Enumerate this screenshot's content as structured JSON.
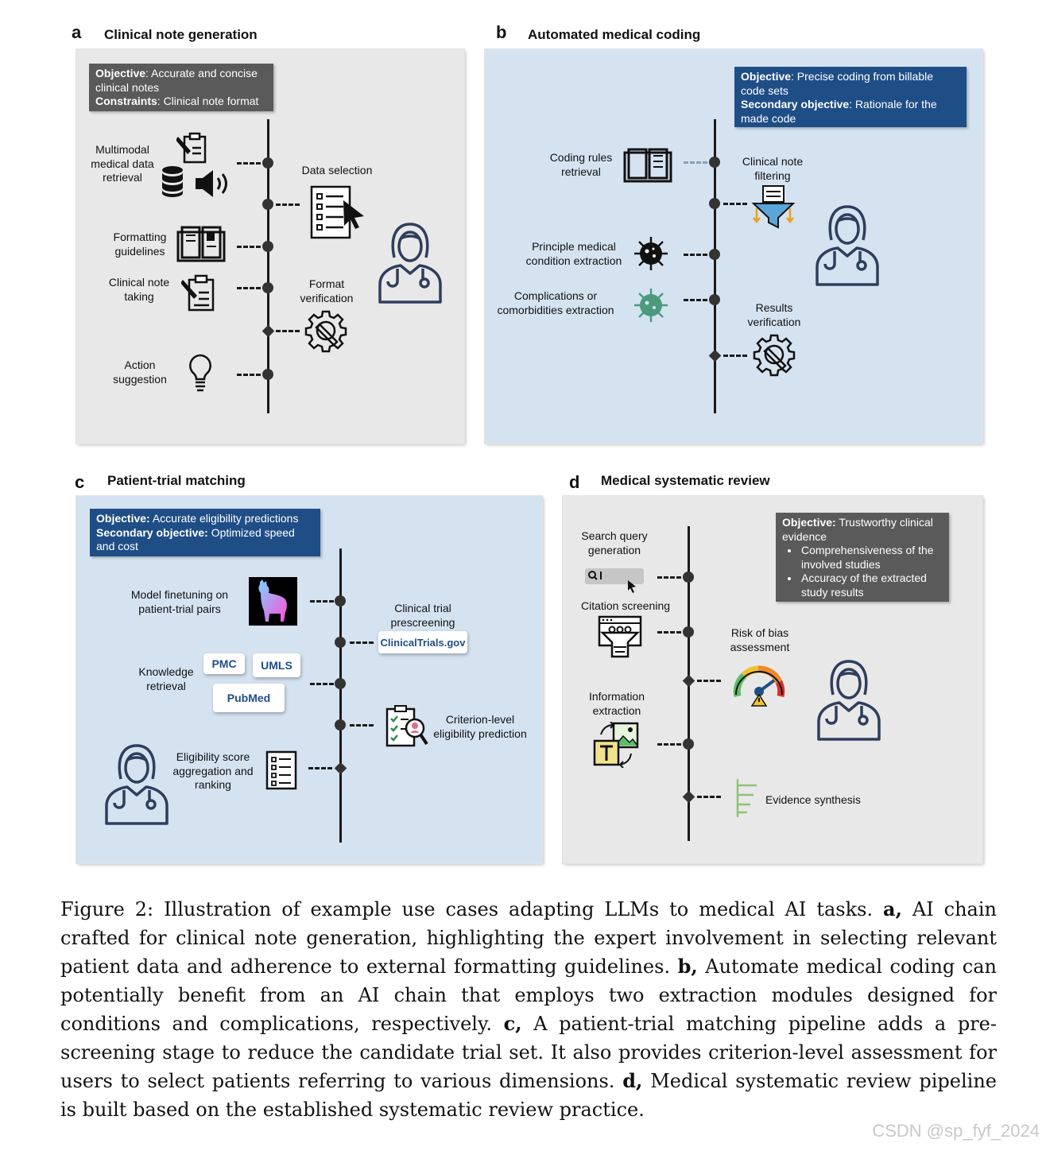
{
  "panel_a": {
    "letter": "a",
    "title": "Clinical note generation",
    "objective_label": "Objective",
    "objective_text": ": Accurate and concise clinical notes",
    "constraints_label": "Constraints",
    "constraints_text": ": Clinical note format",
    "steps": {
      "multimodal": "Multimodal medical data retrieval",
      "data_selection": "Data selection",
      "formatting": "Formatting guidelines",
      "note_taking": "Clinical note taking",
      "format_verification": "Format verification",
      "action": "Action suggestion"
    }
  },
  "panel_b": {
    "letter": "b",
    "title": "Automated medical coding",
    "objective_label": "Objective",
    "objective_text": ": Precise coding from billable code sets",
    "secondary_label": "Secondary objective",
    "secondary_text": ": Rationale for the made code",
    "steps": {
      "coding_rules": "Coding rules retrieval",
      "note_filtering": "Clinical note filtering",
      "principle": "Principle medical condition extraction",
      "complications": "Complications or comorbidities extraction",
      "results_verification": "Results verification"
    }
  },
  "panel_c": {
    "letter": "c",
    "title": "Patient-trial matching",
    "objective_label": "Objective:",
    "objective_text": " Accurate eligibility predictions",
    "secondary_label": "Secondary objective:",
    "secondary_text": " Optimized speed and cost",
    "steps": {
      "finetuning": "Model finetuning on patient-trial pairs",
      "prescreening": "Clinical trial prescreening",
      "knowledge": "Knowledge retrieval",
      "criterion": "Criterion-level eligibility prediction",
      "eligibility": "Eligibility score aggregation and ranking"
    },
    "logos": {
      "clinicaltrials": "ClinicalTrials.gov",
      "pmc": "PMC",
      "umls": "UMLS",
      "pubmed": "PubMed"
    }
  },
  "panel_d": {
    "letter": "d",
    "title": "Medical systematic review",
    "objective_label": "Objective:",
    "objective_text": " Trustworthy clinical evidence",
    "bullets": [
      "Comprehensiveness of the involved studies",
      "Accuracy of the extracted study results"
    ],
    "steps": {
      "search": "Search query generation",
      "citation": "Citation screening",
      "bias": "Risk of bias assessment",
      "extraction": "Information extraction",
      "synthesis": "Evidence synthesis"
    }
  },
  "caption": {
    "lead": "Figure 2: Illustration of example use cases adapting LLMs to medical AI tasks. ",
    "a_label": "a,",
    "a_text": " AI chain crafted for clinical note generation, highlighting the expert involvement in selecting relevant patient data and adherence to external formatting guidelines. ",
    "b_label": "b,",
    "b_text": " Automate medical coding can potentially benefit from an AI chain that employs two extraction modules designed for conditions and complications, respectively. ",
    "c_label": "c,",
    "c_text": " A patient-trial matching pipeline adds a pre-screening stage to reduce the candidate trial set. It also provides criterion-level assessment for users to select patients referring to various dimensions. ",
    "d_label": "d,",
    "d_text": " Medical systematic review pipeline is built based on the established systematic review practice."
  },
  "watermark": "CSDN @sp_fyf_2024",
  "colors": {
    "gray_panel": "#e8e8e8",
    "blue_panel": "#d5e3f1",
    "navy": "#1f4e87",
    "dark_box": "#5a5a5a",
    "icon_navy": "#2e3e5c",
    "virus_green": "#4c9a7e"
  },
  "icons": [
    "clipboard-pen-icon",
    "database-icon",
    "speaker-icon",
    "checklist-cursor-icon",
    "doctor-icon",
    "book-icon",
    "gear-wrench-icon",
    "lightbulb-icon",
    "funnel-note-icon",
    "virus-icon",
    "llama-icon",
    "search-bar-icon",
    "browser-funnel-icon",
    "gauge-icon",
    "image-text-icon",
    "tree-icon",
    "checklist-magnifier-icon",
    "list-icon"
  ]
}
